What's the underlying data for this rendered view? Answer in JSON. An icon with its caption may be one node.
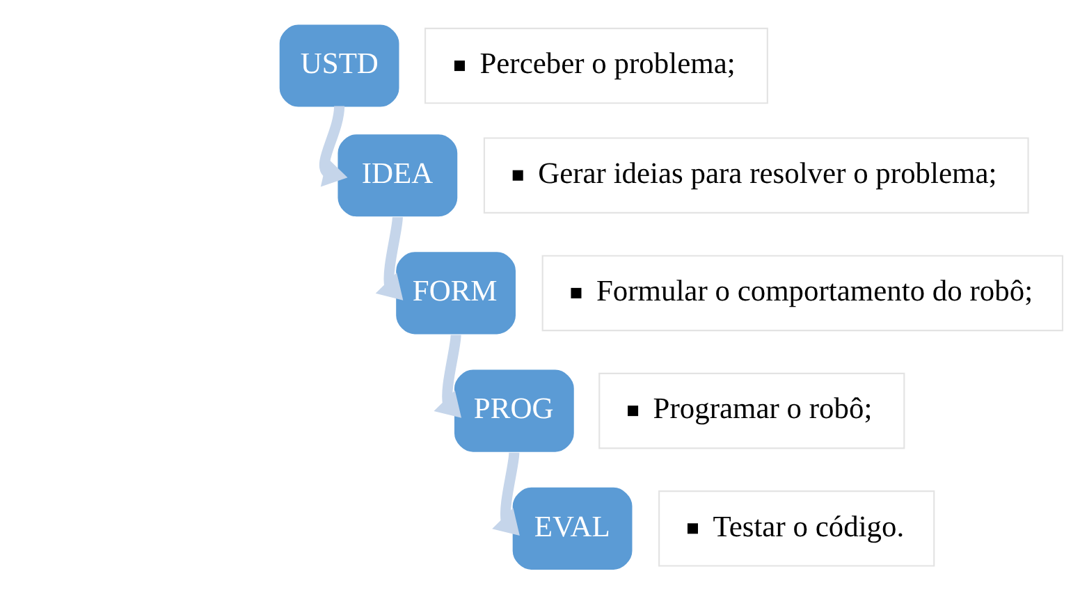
{
  "diagram": {
    "nodes": [
      {
        "text": [
          "USTD"
        ]
      },
      {
        "text": [
          "Perceber o problema;"
        ]
      },
      {
        "text": [
          "IDEA"
        ]
      },
      {
        "text": [
          "Gerar ideias para resolver o problema;"
        ]
      },
      {
        "text": [
          "FORM"
        ]
      },
      {
        "text": [
          "Formular o comportamento do robô;"
        ]
      },
      {
        "text": [
          "PROG"
        ]
      },
      {
        "text": [
          "Programar o robô;"
        ]
      },
      {
        "text": [
          "EVAL"
        ]
      },
      {
        "text": [
          "Testar o código."
        ]
      }
    ],
    "edges": [
      {
        "from": 0,
        "to": 2,
        "arrow": "to"
      },
      {
        "from": 2,
        "to": 4,
        "arrow": "to"
      },
      {
        "from": 4,
        "to": 6,
        "arrow": "to"
      },
      {
        "from": 6,
        "to": 8,
        "arrow": "to"
      }
    ]
  }
}
